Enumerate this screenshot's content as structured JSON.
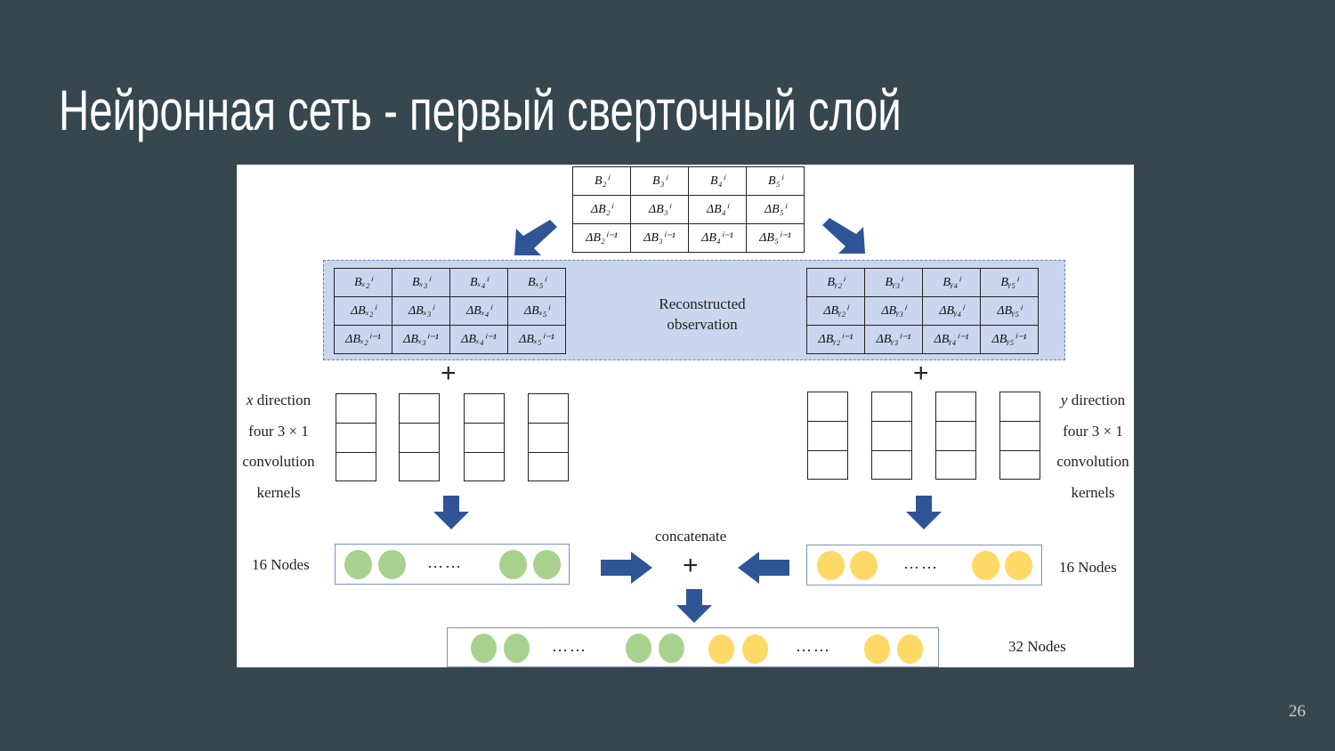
{
  "slide": {
    "title": "Нейронная сеть - первый сверточный слой",
    "page_number": "26"
  },
  "diagram": {
    "input_table": {
      "rows": [
        [
          "B₂ⁱ",
          "B₃ⁱ",
          "B₄ⁱ",
          "B₅ⁱ"
        ],
        [
          "ΔB₂ⁱ",
          "ΔB₃ⁱ",
          "ΔB₄ⁱ",
          "ΔB₅ⁱ"
        ],
        [
          "ΔB₂ⁱ⁻¹",
          "ΔB₃ⁱ⁻¹",
          "ΔB₄ⁱ⁻¹",
          "ΔB₅ⁱ⁻¹"
        ]
      ]
    },
    "reconstructed_label_line1": "Reconstructed",
    "reconstructed_label_line2": "observation",
    "x_table": {
      "rows": [
        [
          "Bₓ₂ⁱ",
          "Bₓ₃ⁱ",
          "Bₓ₄ⁱ",
          "Bₓ₅ⁱ"
        ],
        [
          "ΔBₓ₂ⁱ",
          "ΔBₓ₃ⁱ",
          "ΔBₓ₄ⁱ",
          "ΔBₓ₅ⁱ"
        ],
        [
          "ΔBₓ₂ⁱ⁻¹",
          "ΔBₓ₃ⁱ⁻¹",
          "ΔBₓ₄ⁱ⁻¹",
          "ΔBₓ₅ⁱ⁻¹"
        ]
      ]
    },
    "y_table": {
      "rows": [
        [
          "Bᵧ₂ⁱ",
          "Bᵧ₃ⁱ",
          "Bᵧ₄ⁱ",
          "Bᵧ₅ⁱ"
        ],
        [
          "ΔBᵧ₂ⁱ",
          "ΔBᵧ₃ⁱ",
          "ΔBᵧ₄ⁱ",
          "ΔBᵧ₅ⁱ"
        ],
        [
          "ΔBᵧ₂ⁱ⁻¹",
          "ΔBᵧ₃ⁱ⁻¹",
          "ΔBᵧ₄ⁱ⁻¹",
          "ΔBᵧ₅ⁱ⁻¹"
        ]
      ]
    },
    "plus_symbol": "+",
    "x_kernels_label": [
      "x direction",
      "four 3 × 1",
      "convolution",
      "kernels"
    ],
    "y_kernels_label": [
      "y direction",
      "four 3 × 1",
      "convolution",
      "kernels"
    ],
    "kernel_count": 4,
    "kernel_size": "3 × 1",
    "x_nodes_label": "16 Nodes",
    "y_nodes_label": "16 Nodes",
    "combined_nodes_label": "32 Nodes",
    "concatenate_label": "concatenate",
    "ellipsis": "……",
    "colors": {
      "x_node": "#a9d18e",
      "y_node": "#ffd966",
      "arrow": "#2f5597",
      "recon_bg": "#c9d6ee",
      "node_box_border": "#7a93c2"
    }
  }
}
